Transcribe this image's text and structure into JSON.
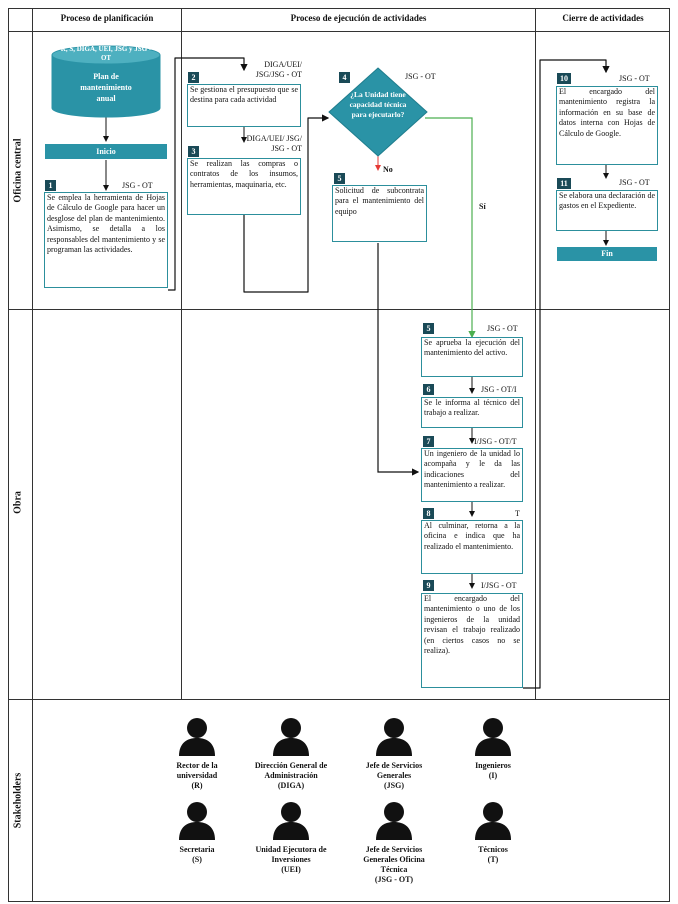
{
  "headers": {
    "col1": "Proceso de planificación",
    "col2": "Proceso de ejecución de actividades",
    "col3": "Cierre de actividades"
  },
  "lanes": {
    "oficina": "Oficina central",
    "obra": "Obra",
    "stakeholders": "Stakeholders"
  },
  "cylinder": {
    "top": "R, S, DIGA, UEI, JSG y JSG - OT",
    "body": "Plan de mantenimiento anual"
  },
  "inicio": "Inicio",
  "fin": "Fin",
  "decision": {
    "num": "4",
    "tag": "JSG - OT",
    "text": "¿La Unidad tiene capacidad técnica para ejecutarlo?",
    "no": "No",
    "si": "Sí"
  },
  "steps": {
    "s1": {
      "num": "1",
      "tag": "JSG - OT",
      "text": "Se emplea la herramienta de Hojas de Cálculo de Google para hacer un desglose del plan de mantenimiento. Asimismo, se detalla a los responsables del mantenimiento y se programan las actividades."
    },
    "s2": {
      "num": "2",
      "tag": "DIGA/UEI/ JSG/JSG - OT",
      "text": "Se gestiona el presupuesto que se destina para cada actividad"
    },
    "s3": {
      "num": "3",
      "tag": "DIGA/UEI/ JSG/ JSG - OT",
      "text": "Se realizan las compras o contratos de los insumos, herramientas, maquinaria, etc."
    },
    "s5a": {
      "num": "5",
      "tag": "",
      "text": "Solicitud de subcontrata para el mantenimiento del equipo"
    },
    "s5b": {
      "num": "5",
      "tag": "JSG - OT",
      "text": "Se aprueba la ejecución del mantenimiento del activo."
    },
    "s6": {
      "num": "6",
      "tag": "JSG - OT/I",
      "text": "Se le informa al técnico del trabajo a realizar."
    },
    "s7": {
      "num": "7",
      "tag": "I/JSG - OT/T",
      "text": "Un ingeniero de la unidad lo acompaña y le da las indicaciones del mantenimiento a realizar."
    },
    "s8": {
      "num": "8",
      "tag": "T",
      "text": "Al culminar, retorna a la oficina e indica que ha realizado el mantenimiento."
    },
    "s9": {
      "num": "9",
      "tag": "I/JSG - OT",
      "text": "El encargado del mantenimiento o uno de los ingenieros de la unidad revisan el trabajo realizado (en ciertos casos no se realiza)."
    },
    "s10": {
      "num": "10",
      "tag": "JSG - OT",
      "text": "El encargado del mantenimiento registra la información en su base de datos interna con Hojas de Cálculo de Google."
    },
    "s11": {
      "num": "11",
      "tag": "JSG - OT",
      "text": "Se elabora una declaración de gastos en el Expediente."
    }
  },
  "stakeholders": [
    {
      "l1": "Rector de la",
      "l2": "universidad",
      "l3": "(R)"
    },
    {
      "l1": "Dirección General de",
      "l2": "Administración",
      "l3": "(DIGA)"
    },
    {
      "l1": "Jefe de Servicios",
      "l2": "Generales",
      "l3": "(JSG)"
    },
    {
      "l1": "Ingenieros",
      "l2": "(I)",
      "l3": ""
    },
    {
      "l1": "Secretaria",
      "l2": "(S)",
      "l3": ""
    },
    {
      "l1": "Unidad Ejecutora de",
      "l2": "Inversiones",
      "l3": "(UEI)"
    },
    {
      "l1": "Jefe de Servicios",
      "l2": "Generales Oficina",
      "l3": "Técnica",
      "l4": "(JSG - OT)"
    },
    {
      "l1": "Técnicos",
      "l2": "(T)",
      "l3": ""
    }
  ]
}
